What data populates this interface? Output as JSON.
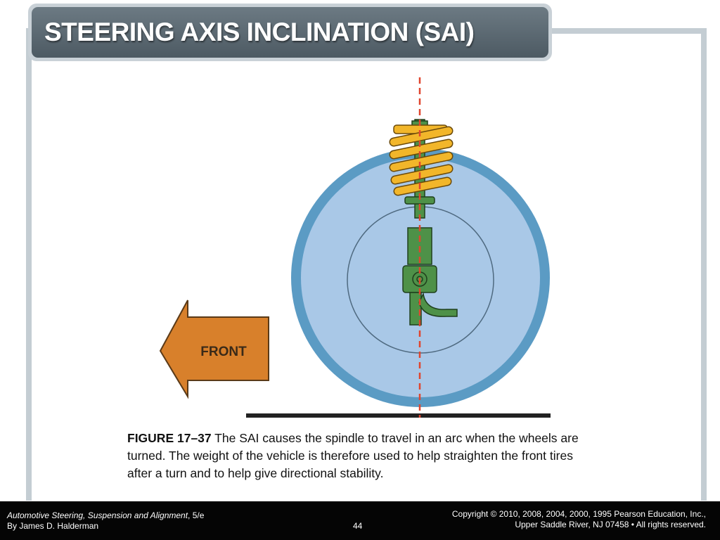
{
  "slide": {
    "title": "STEERING AXIS INCLINATION (SAI)"
  },
  "figure": {
    "arrow_label": "FRONT",
    "colors": {
      "tire": "#5b9bc4",
      "wheel": "#a9c8e7",
      "spring": "#f2b62a",
      "strut": "#4e9148",
      "arrow": "#d8802b",
      "axis_line": "#e0452e",
      "ground": "#222222"
    },
    "icons": [
      "front-arrow-icon",
      "coil-spring-icon",
      "strut-icon",
      "wheel-icon"
    ]
  },
  "caption": {
    "figure_number": "FIGURE 17–37",
    "text": " The SAI causes the spindle to travel in an arc when the wheels are turned. The weight of the vehicle is therefore used to help straighten the front tires after a turn and to help give directional stability."
  },
  "footer": {
    "book_title": "Automotive Steering, Suspension and Alignment",
    "edition": ", 5/e",
    "author": "By James D. Halderman",
    "page_number": "44",
    "copyright_line1": "Copyright © 2010, 2008, 2004, 2000, 1995 Pearson Education, Inc.,",
    "copyright_line2": "Upper Saddle River, NJ 07458 • All rights reserved."
  }
}
